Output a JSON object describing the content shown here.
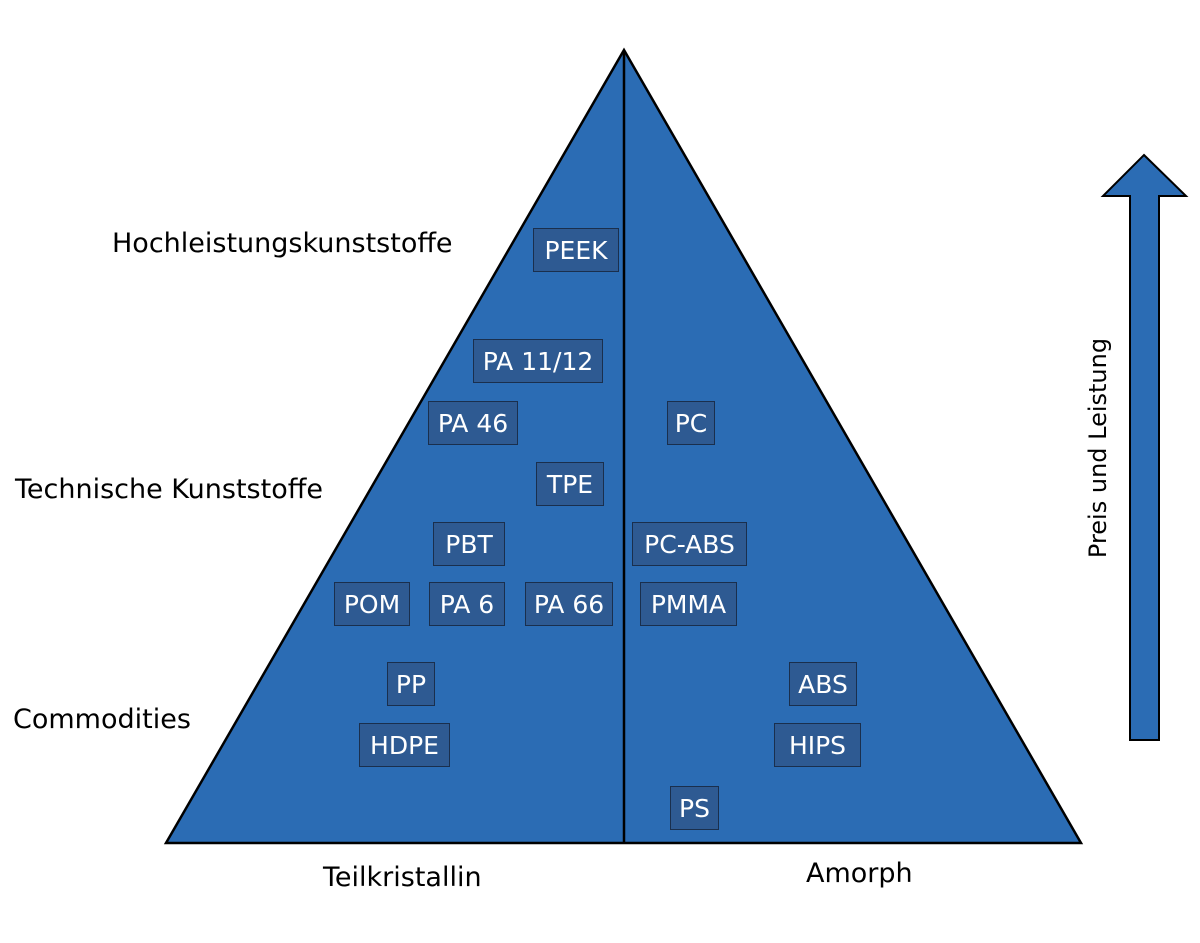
{
  "colors": {
    "pyramid_fill": "#2b6cb4",
    "tag_fill": "#2e5a92",
    "outline": "#000000",
    "arrow_fill": "#2b6cb4"
  },
  "levels": {
    "high": "Hochleistungskunststoffe",
    "technical": "Technische Kunststoffe",
    "commodities": "Commodities"
  },
  "base_labels": {
    "left": "Teilkristallin",
    "right": "Amorph"
  },
  "arrow": {
    "label": "Preis und Leistung",
    "direction": "up"
  },
  "materials": {
    "peek": "PEEK",
    "pa1112": "PA 11/12",
    "pa46": "PA 46",
    "pc": "PC",
    "tpe": "TPE",
    "pbt": "PBT",
    "pcabs": "PC-ABS",
    "pom": "POM",
    "pa6": "PA 6",
    "pa66": "PA 66",
    "pmma": "PMMA",
    "pp": "PP",
    "abs": "ABS",
    "hdpe": "HDPE",
    "hips": "HIPS",
    "ps": "PS"
  }
}
